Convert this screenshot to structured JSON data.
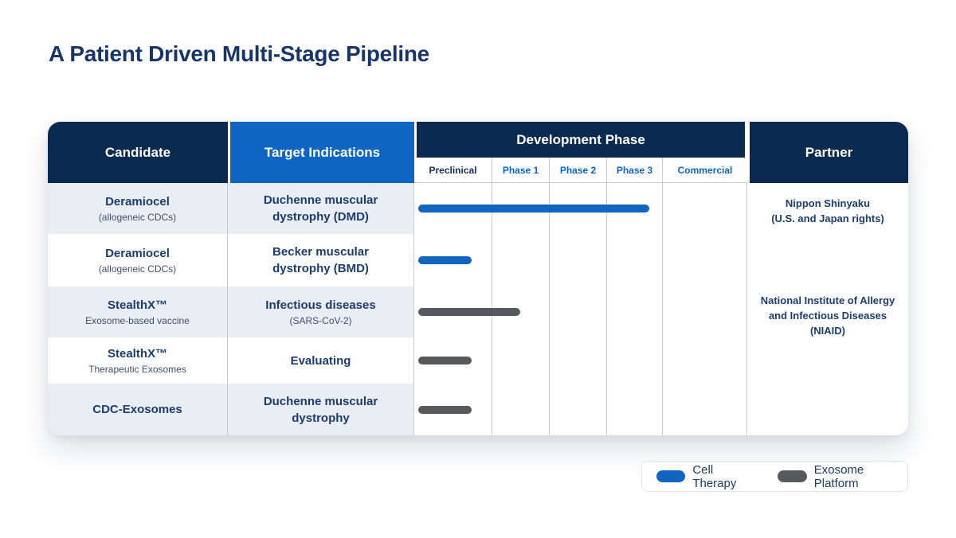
{
  "title": "A Patient Driven Multi-Stage Pipeline",
  "table": {
    "headers": {
      "candidate": "Candidate",
      "target_indications": "Target Indications",
      "development_phase": "Development Phase",
      "partner": "Partner"
    },
    "phases": [
      "Preclinical",
      "Phase 1",
      "Phase 2",
      "Phase 3",
      "Commercial"
    ],
    "rows": [
      {
        "candidate": "Deramiocel",
        "candidate_sub": "(allogeneic CDCs)",
        "indication": "Duchenne muscular dystrophy (DMD)",
        "indication_sub": "",
        "bar_series": "Cell Therapy",
        "bar_from": "Preclinical",
        "bar_to": "Phase 3"
      },
      {
        "candidate": "Deramiocel",
        "candidate_sub": "(allogeneic CDCs)",
        "indication": "Becker muscular dystrophy (BMD)",
        "indication_sub": "",
        "bar_series": "Cell Therapy",
        "bar_from": "Preclinical",
        "bar_to": "Preclinical"
      },
      {
        "candidate": "StealthX™",
        "candidate_sub": "Exosome-based vaccine",
        "indication": "Infectious diseases",
        "indication_sub": "(SARS-CoV-2)",
        "bar_series": "Exosome Platform",
        "bar_from": "Preclinical",
        "bar_to": "Phase 1"
      },
      {
        "candidate": "StealthX™",
        "candidate_sub": "Therapeutic Exosomes",
        "indication": "Evaluating",
        "indication_sub": "",
        "bar_series": "Exosome Platform",
        "bar_from": "Preclinical",
        "bar_to": "Preclinical"
      },
      {
        "candidate": "CDC-Exosomes",
        "candidate_sub": "",
        "indication": "Duchenne muscular dystrophy",
        "indication_sub": "",
        "bar_series": "Exosome Platform",
        "bar_from": "Preclinical",
        "bar_to": "Preclinical"
      }
    ],
    "partners": [
      {
        "lines": [
          "Nippon Shinyaku",
          "(U.S. and Japan rights)"
        ]
      },
      {
        "lines": [
          "National Institute of Allergy",
          "and Infectious Diseases",
          "(NIAID)"
        ]
      }
    ]
  },
  "legend": {
    "items": [
      {
        "label": "Cell Therapy",
        "color": "#1065c1"
      },
      {
        "label": "Exosome Platform",
        "color": "#58595c"
      }
    ]
  },
  "colors": {
    "header_navy": "#0b2a4f",
    "header_blue": "#0e65c4",
    "row_stripe": "#e9edf4",
    "bar_cell_therapy": "#1065c1",
    "bar_exosome_platform": "#58595c",
    "text_navy": "#1c3c6e",
    "title_navy": "#17356b",
    "grid_line": "#c8ccd2"
  },
  "chart_data": {
    "type": "bar",
    "subtype": "pipeline-gantt",
    "title": "A Patient Driven Multi-Stage Pipeline",
    "phase_axis": [
      "Preclinical",
      "Phase 1",
      "Phase 2",
      "Phase 3",
      "Commercial"
    ],
    "legend_entries": [
      "Cell Therapy",
      "Exosome Platform"
    ],
    "legend_position": "bottom-right",
    "rows": [
      {
        "candidate": "Deramiocel (allogeneic CDCs)",
        "indication": "Duchenne muscular dystrophy (DMD)",
        "series": "Cell Therapy",
        "phase_start": 0,
        "phase_end": 3.7,
        "partner": "Nippon Shinyaku (U.S. and Japan rights)"
      },
      {
        "candidate": "Deramiocel (allogeneic CDCs)",
        "indication": "Becker muscular dystrophy (BMD)",
        "series": "Cell Therapy",
        "phase_start": 0,
        "phase_end": 0.75,
        "partner": ""
      },
      {
        "candidate": "StealthX™ Exosome-based vaccine",
        "indication": "Infectious diseases (SARS-CoV-2)",
        "series": "Exosome Platform",
        "phase_start": 0,
        "phase_end": 1.5,
        "partner": "National Institute of Allergy and Infectious Diseases (NIAID)"
      },
      {
        "candidate": "StealthX™ Therapeutic Exosomes",
        "indication": "Evaluating",
        "series": "Exosome Platform",
        "phase_start": 0,
        "phase_end": 0.75,
        "partner": ""
      },
      {
        "candidate": "CDC-Exosomes",
        "indication": "Duchenne muscular dystrophy",
        "series": "Exosome Platform",
        "phase_start": 0,
        "phase_end": 0.75,
        "partner": ""
      }
    ]
  }
}
